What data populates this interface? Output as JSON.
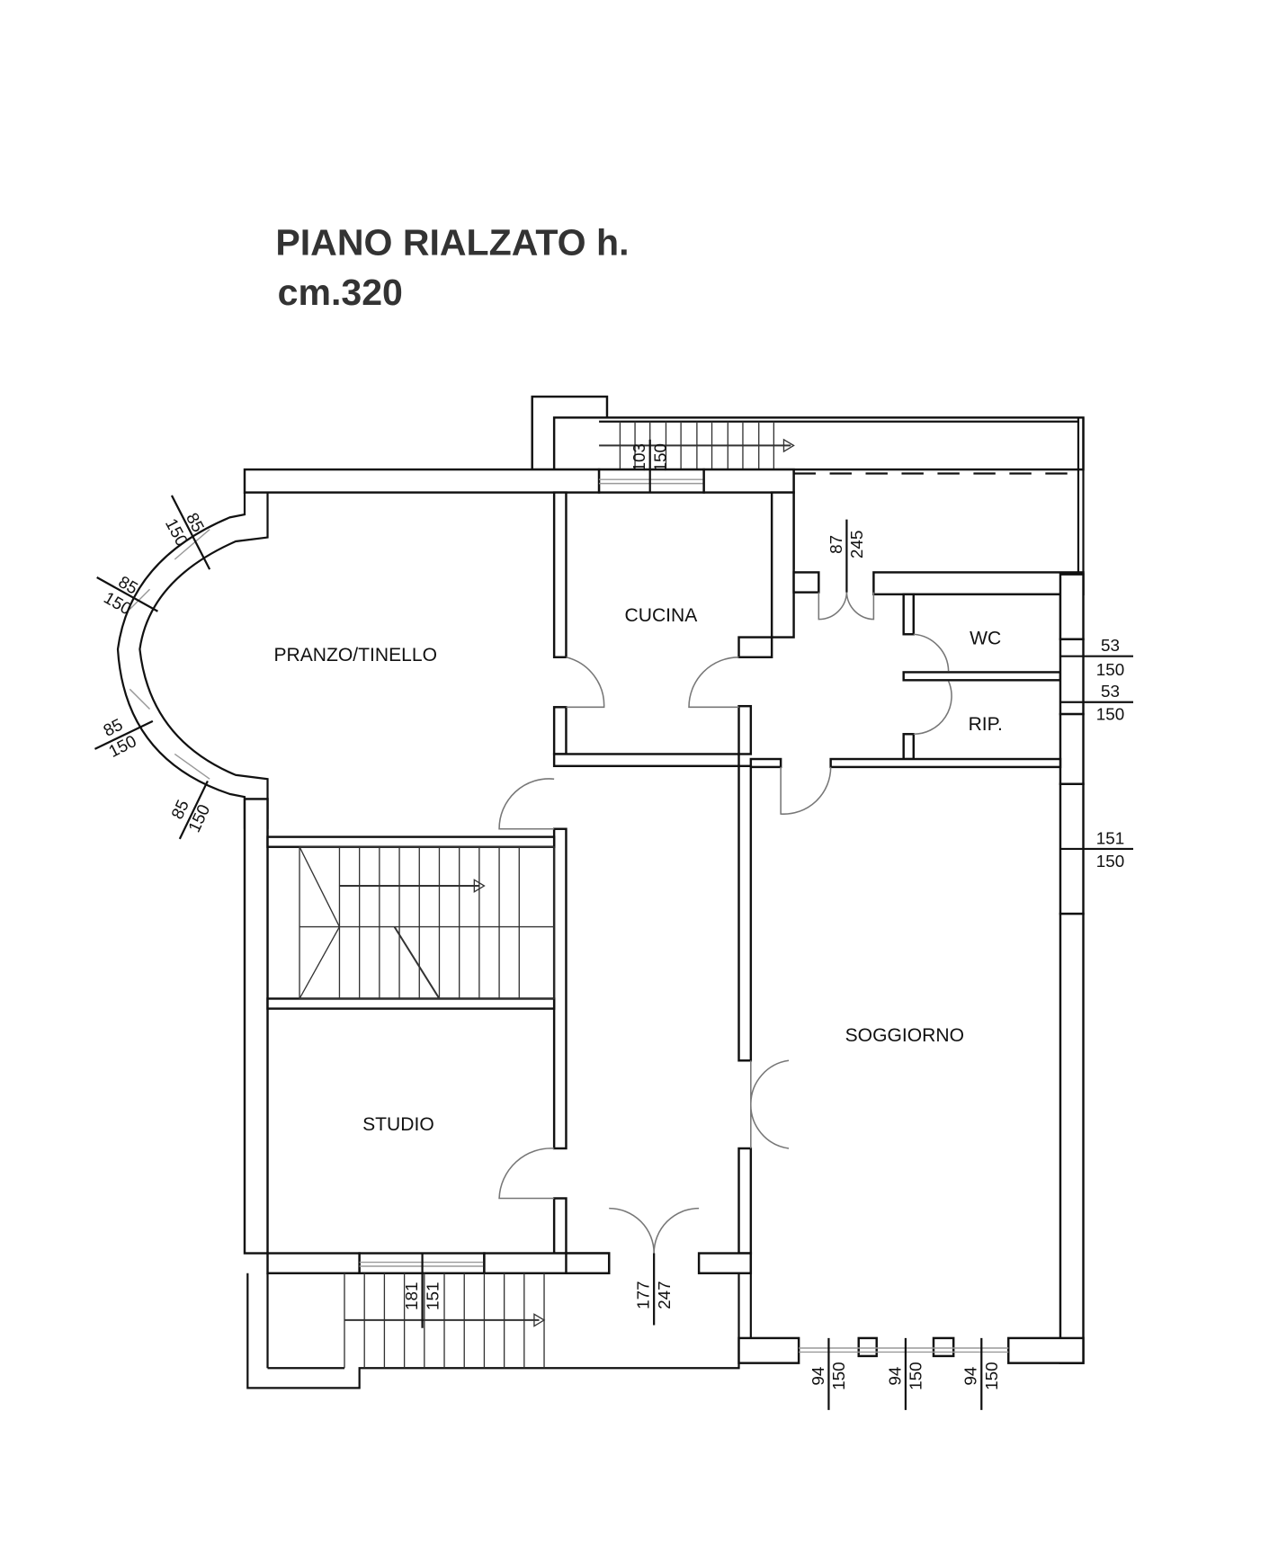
{
  "title": {
    "line1": "PIANO RIALZATO h.",
    "line2": "cm.320"
  },
  "rooms": {
    "pranzo": "PRANZO/TINELLO",
    "cucina": "CUCINA",
    "wc": "WC",
    "rip": "RIP.",
    "soggiorno": "SOGGIORNO",
    "studio": "STUDIO"
  },
  "dimensions": {
    "bay1": {
      "top": "85",
      "bottom": "150"
    },
    "bay2": {
      "top": "85",
      "bottom": "150"
    },
    "bay3": {
      "top": "85",
      "bottom": "150"
    },
    "bay4": {
      "top": "85",
      "bottom": "150"
    },
    "stair_top": {
      "top": "103",
      "bottom": "150"
    },
    "door_north": {
      "top": "87",
      "bottom": "245"
    },
    "wc_window": {
      "top": "53",
      "bottom": "150"
    },
    "rip_window": {
      "top": "53",
      "bottom": "150"
    },
    "soggiorno_window": {
      "top": "151",
      "bottom": "150"
    },
    "stair_bottom": {
      "top": "181",
      "bottom": "151"
    },
    "entrance": {
      "top": "177",
      "bottom": "247"
    },
    "south_w1": {
      "top": "94",
      "bottom": "150"
    },
    "south_w2": {
      "top": "94",
      "bottom": "150"
    },
    "south_w3": {
      "top": "94",
      "bottom": "150"
    }
  }
}
